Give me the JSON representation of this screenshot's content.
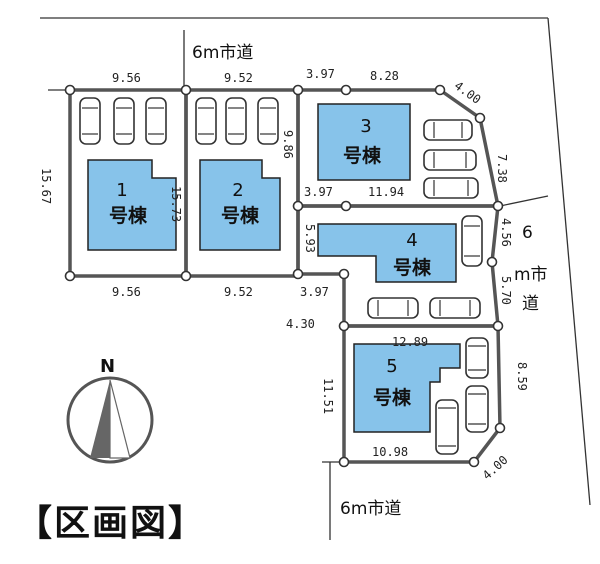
{
  "title": "【区画図】",
  "roads": {
    "north": "6m市道",
    "east_1": "6",
    "east_2": "m市",
    "east_3": "道",
    "south": "6m市道"
  },
  "compass": {
    "label": "N"
  },
  "lots": [
    {
      "number": "1",
      "name": "号棟"
    },
    {
      "number": "2",
      "name": "号棟"
    },
    {
      "number": "3",
      "name": "号棟"
    },
    {
      "number": "4",
      "name": "号棟"
    },
    {
      "number": "5",
      "name": "号棟"
    }
  ],
  "dimensions": {
    "lot1_top": "9.56",
    "lot1_left": "15.67",
    "lot1_right": "15.73",
    "lot1_bottom": "9.56",
    "lot2_top": "9.52",
    "lot2_bottom": "9.52",
    "lot3_top_a": "3.97",
    "lot3_top_b": "8.28",
    "lot3_corner": "4.00",
    "lot3_right": "7.38",
    "lot3_left": "9.86",
    "lot3_bottom_a": "3.97",
    "lot3_bottom_b": "11.94",
    "lot4_left": "5.93",
    "lot4_right_a": "4.56",
    "lot4_right_b": "5.70",
    "lot4_bottom": "3.97",
    "lot5_top": "12.89",
    "lot5_left_step": "4.30",
    "lot5_left": "11.51",
    "lot5_right": "8.59",
    "lot5_bottom": "10.98",
    "lot5_corner": "4.00"
  }
}
